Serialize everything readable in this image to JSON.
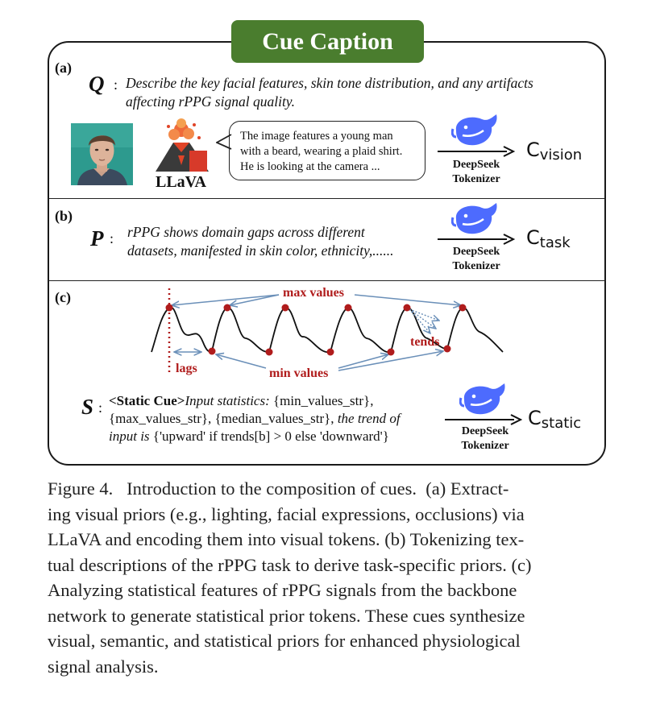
{
  "title": "Cue Caption",
  "panel_a": {
    "label": "(a)",
    "letter": "Q",
    "colon": ":",
    "prompt_line1": "Describe the key facial features, skin tone distribution, and any artifacts",
    "prompt_line2": "affecting rPPG signal quality.",
    "model_name": "LLaVA",
    "bubble_line1": "The image features a young man",
    "bubble_line2": "with a beard, wearing a plaid shirt.",
    "bubble_line3": "He is looking at the camera ...",
    "tokenizer_line1": "DeepSeek",
    "tokenizer_line2": "Tokenizer",
    "output_base": "C",
    "output_sub": "vision"
  },
  "panel_b": {
    "label": "(b)",
    "letter": "P",
    "colon": ":",
    "text_line1": "rPPG shows domain gaps across different",
    "text_line2": "datasets, manifested in skin color, ethnicity,......",
    "tokenizer_line1": "DeepSeek",
    "tokenizer_line2": "Tokenizer",
    "output_base": "C",
    "output_sub": "task"
  },
  "panel_c": {
    "label": "(c)",
    "max_label": "max values",
    "min_label": "min values",
    "lags_label": "lags",
    "trends_label": "tends",
    "letter": "S",
    "colon": ":",
    "static_tag": "<Static Cue>",
    "static_italic1": "Input statistics:",
    "static_text1": " {min_values_str},",
    "static_text2": "{max_values_str}, {median_values_str},",
    "static_italic2": " the trend of",
    "static_italic3": "input is",
    "static_text3": " {'upward' if trends[b] > 0 else 'downward'}",
    "tokenizer_line1": "DeepSeek",
    "tokenizer_line2": "Tokenizer",
    "output_base": "C",
    "output_sub": "static"
  },
  "caption": {
    "line1": "Figure 4.   Introduction to the composition of cues.  (a) Extract-",
    "line2": "ing visual priors (e.g., lighting, facial expressions, occlusions) via",
    "line3": "LLaVA and encoding them into visual tokens. (b) Tokenizing tex-",
    "line4": "tual descriptions of the rPPG task to derive task-specific priors. (c)",
    "line5": "Analyzing statistical features of rPPG signals from the backbone",
    "line6": "network to generate statistical prior tokens. These cues synthesize",
    "line7": "visual, semantic, and statistical priors for enhanced physiological",
    "line8": "signal analysis."
  },
  "colors": {
    "title_bg": "#4a7d2e",
    "whale": "#4d6bfe",
    "marker_red": "#b01c1c",
    "arrow_blue": "#6a8fb8"
  },
  "icons": [
    "face-photo",
    "volcano-icon",
    "deepseek-whale-icon"
  ]
}
